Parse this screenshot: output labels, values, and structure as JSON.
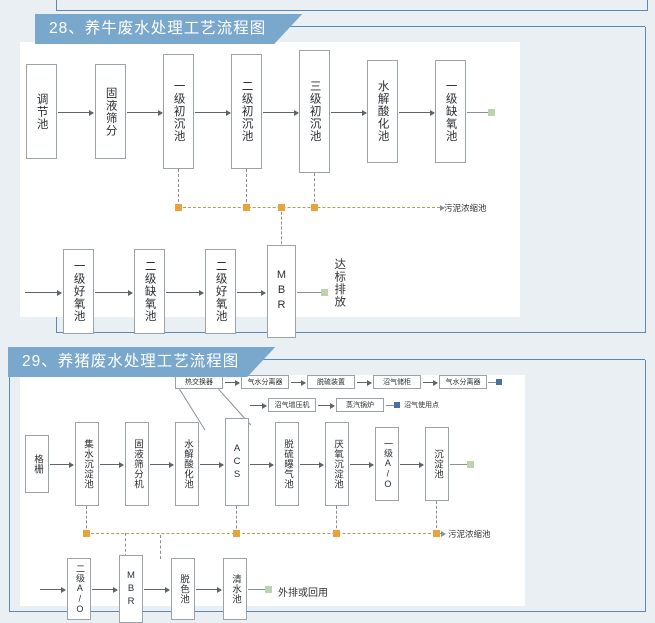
{
  "page": {
    "background_color": "#e9eff2",
    "frame_color": "#5b89b5",
    "banner_color": "#79a8cc",
    "sludge_marker_color": "#e8a33d",
    "outlet_marker_color": "#bcd3ae",
    "biogas_marker_color": "#4a6fa5"
  },
  "sections": [
    {
      "id": "sec28",
      "title": "28、养牛废水处理工艺流程图",
      "row1": [
        {
          "label": "调节池"
        },
        {
          "label": "固液筛分"
        },
        {
          "label": "一级初沉池"
        },
        {
          "label": "二级初沉池"
        },
        {
          "label": "三级初沉池"
        },
        {
          "label": "水解酸化池"
        },
        {
          "label": "一级缺氧池"
        }
      ],
      "sludge_label": "污泥浓缩池",
      "row2": [
        {
          "label": "一级好氧池"
        },
        {
          "label": "二级缺氧池"
        },
        {
          "label": "二级好氧池"
        },
        {
          "label": "MBR"
        }
      ],
      "row2_end_label": "达标排放"
    },
    {
      "id": "sec29",
      "title": "29、养猪废水处理工艺流程图",
      "biogas_row1": [
        {
          "label": "热交换器"
        },
        {
          "label": "气水分离器"
        },
        {
          "label": "脱硫装置"
        },
        {
          "label": "沼气储柜"
        },
        {
          "label": "气水分离器"
        }
      ],
      "biogas_row2": [
        {
          "label": "沼气增压机"
        },
        {
          "label": "蒸汽锅炉"
        }
      ],
      "biogas_end_label": "沼气使用点",
      "row1": [
        {
          "label": "格栅"
        },
        {
          "label": "集水沉淀池"
        },
        {
          "label": "固液筛分机"
        },
        {
          "label": "水解酸化池"
        },
        {
          "label": "ACS"
        },
        {
          "label": "脱硫曝气池"
        },
        {
          "label": "厌氧沉淀池"
        },
        {
          "label": "一级A/O"
        },
        {
          "label": "沉淀池"
        }
      ],
      "sludge_label": "污泥浓缩池",
      "row2": [
        {
          "label": "二级A/O"
        },
        {
          "label": "MBR"
        },
        {
          "label": "脱色池"
        },
        {
          "label": "清水池"
        }
      ],
      "row2_end_label": "外排或回用"
    }
  ]
}
